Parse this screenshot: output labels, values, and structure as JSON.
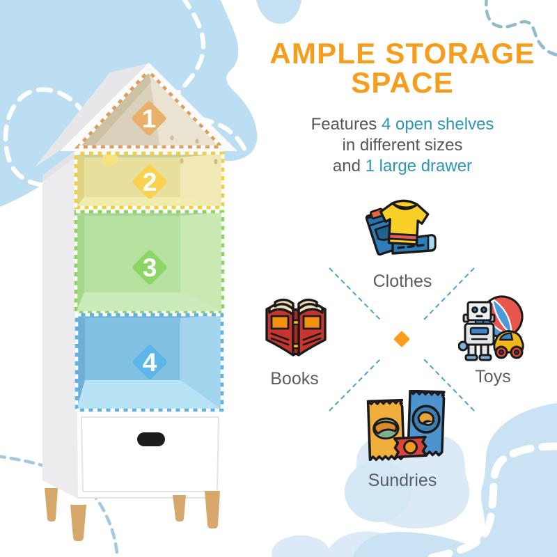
{
  "title": {
    "line1": "AMPLE STORAGE",
    "line2": "SPACE",
    "color": "#F59E1D"
  },
  "subtitle": {
    "line1_prefix": "Features ",
    "line1_highlight": "4 open shelves",
    "line2": "in different sizes",
    "line3_prefix": "and ",
    "line3_highlight": "1 large drawer",
    "text_color": "#54565B",
    "highlight_color": "#2E96B4"
  },
  "shelf": {
    "sections": [
      {
        "number": "1",
        "diamond_color": "#E9AF6B",
        "dash_color": "#DD9D61"
      },
      {
        "number": "2",
        "diamond_color": "#F9D34F",
        "dash_color": "#F2CE40"
      },
      {
        "number": "3",
        "diamond_color": "#8AD766",
        "dash_color": "#8FD463"
      },
      {
        "number": "4",
        "diamond_color": "#5CB6E8",
        "dash_color": "#5FB2E2"
      }
    ],
    "number_color": "#FFFFFF",
    "body_color": "#FDFDFE",
    "leg_color": "#D7A86C",
    "handle_color": "#1D1D1F"
  },
  "features": {
    "top": {
      "label": "Clothes",
      "icon": "clothes-icon"
    },
    "left": {
      "label": "Books",
      "icon": "books-icon"
    },
    "right": {
      "label": "Toys",
      "icon": "toys-icon"
    },
    "bottom": {
      "label": "Sundries",
      "icon": "sundries-icon"
    },
    "center_diamond_color": "#F99D1B",
    "cross_dash_color": "#4BA1C8"
  },
  "background": {
    "blob_color": "#C7E1F4",
    "blob_pale_color": "#DCEAF7",
    "dash_white": "#FFFFFF",
    "dash_teal": "#93BBCE",
    "dash_blue": "#A3C8E6"
  }
}
